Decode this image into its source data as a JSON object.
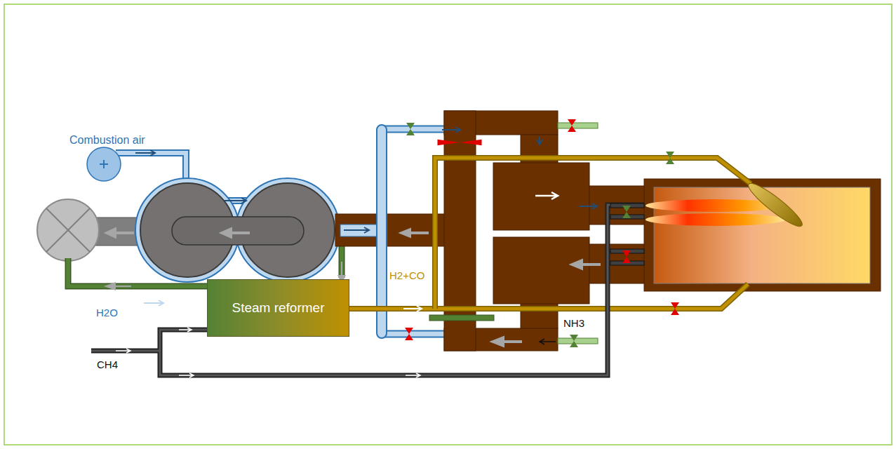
{
  "diagram": {
    "nodes": [
      {
        "text": [
          "Steam reformer"
        ]
      }
    ],
    "labels": [
      "Combustion air",
      "H2+CO",
      "H2O",
      "CH4",
      "NH3"
    ]
  }
}
